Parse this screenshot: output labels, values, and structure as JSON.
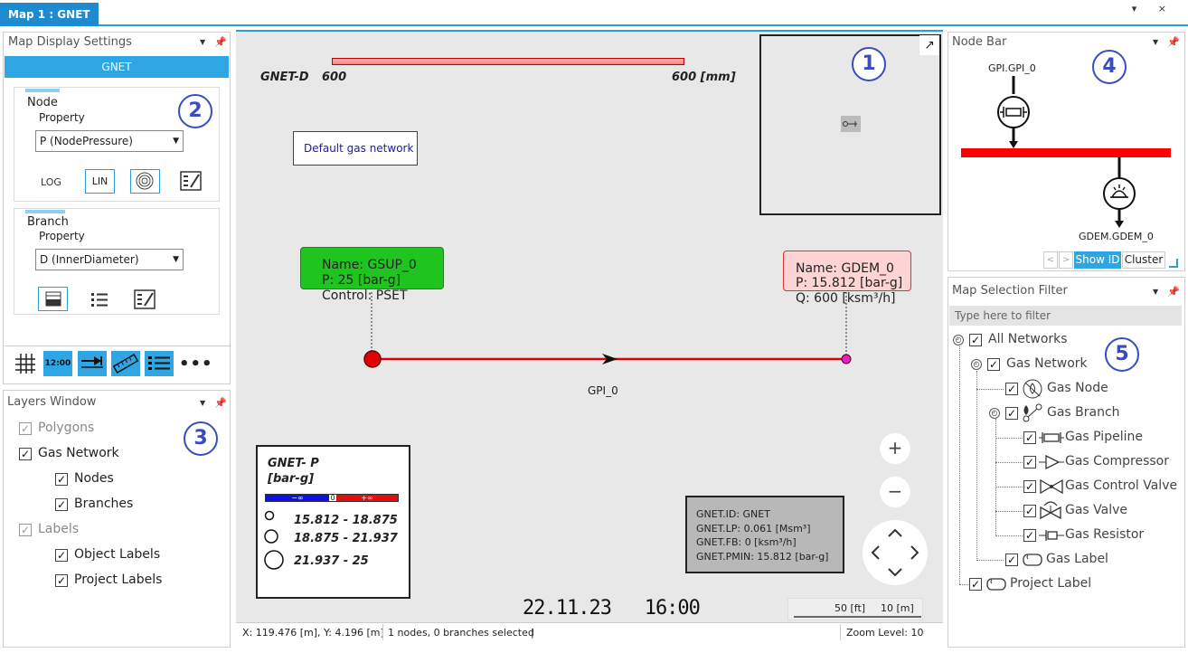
{
  "tab": {
    "title": "Map 1 : GNET",
    "controls": "▾ ×"
  },
  "display_settings": {
    "title": "Map Display Settings",
    "network_tab": "GNET",
    "node": {
      "label": "Node",
      "property_label": "Property",
      "property_value": "P (NodePressure)",
      "log": "LOG",
      "lin": "LIN"
    },
    "branch": {
      "label": "Branch",
      "property_label": "Property",
      "property_value": "D (InnerDiameter)"
    },
    "toolbar_time": "12:00"
  },
  "layers": {
    "title": "Layers Window",
    "items": [
      {
        "label": "Polygons"
      },
      {
        "label": "Gas Network"
      },
      {
        "label": "Nodes"
      },
      {
        "label": "Branches"
      },
      {
        "label": "Labels"
      },
      {
        "label": "Object Labels"
      },
      {
        "label": "Project Labels"
      }
    ]
  },
  "map": {
    "scale_title": "GNET-D",
    "scale_min": "600",
    "scale_max": "600 [mm]",
    "network_label": "Default gas network",
    "supply_box": {
      "line1": "Name: GSUP_0",
      "line2": "P: 25 [bar-g]",
      "line3": "Control: PSET"
    },
    "demand_box": {
      "line1": "Name: GDEM_0",
      "line2": "P: 15.812 [bar-g]",
      "line3": "Q: 600 [ksm³/h]"
    },
    "pipe_label": "GPI_0",
    "legend": {
      "title1": "GNET- P",
      "title2": "[bar-g]",
      "neg_inf": "−∞",
      "zero": "0",
      "pos_inf": "+∞",
      "ranges": [
        "15.812 - 18.875",
        "18.875 - 21.937",
        "21.937 - 25"
      ]
    },
    "stats": [
      "GNET.ID: GNET",
      "GNET.LP: 0.061 [Msm³]",
      "GNET.FB: 0 [ksm³/h]",
      "GNET.PMIN: 15.812 [bar-g]"
    ],
    "timestamp": "22.11.23   16:00",
    "scale_ft": "50 [ft]",
    "scale_m": "10 [m]",
    "zoom_in": "+",
    "zoom_out": "−"
  },
  "status": {
    "coords": "X: 119.476 [m], Y: 4.196 [m]",
    "selection": "1 nodes, 0 branches selected",
    "zoom": "Zoom Level: 10"
  },
  "node_bar": {
    "title": "Node Bar",
    "top_label": "GPI.GPI_0",
    "bottom_label": "GDEM.GDEM_0",
    "show_id": "Show ID",
    "cluster": "Cluster"
  },
  "filter": {
    "title": "Map Selection Filter",
    "placeholder": "Type here to filter",
    "tree": [
      {
        "label": "All Networks"
      },
      {
        "label": "Gas Network"
      },
      {
        "label": "Gas Node"
      },
      {
        "label": "Gas Branch"
      },
      {
        "label": "Gas Pipeline"
      },
      {
        "label": "Gas Compressor"
      },
      {
        "label": "Gas Control Valve"
      },
      {
        "label": "Gas Valve"
      },
      {
        "label": "Gas Resistor"
      },
      {
        "label": "Gas Label"
      },
      {
        "label": "Project Label"
      }
    ]
  },
  "markers": [
    "1",
    "2",
    "3",
    "4",
    "5"
  ],
  "colors": {
    "accent": "#1e8bd0",
    "pipe": "#e00000",
    "supply_fill": "#1fc41f",
    "demand_fill": "#ffd4d4",
    "marker": "#3b4cc0"
  }
}
